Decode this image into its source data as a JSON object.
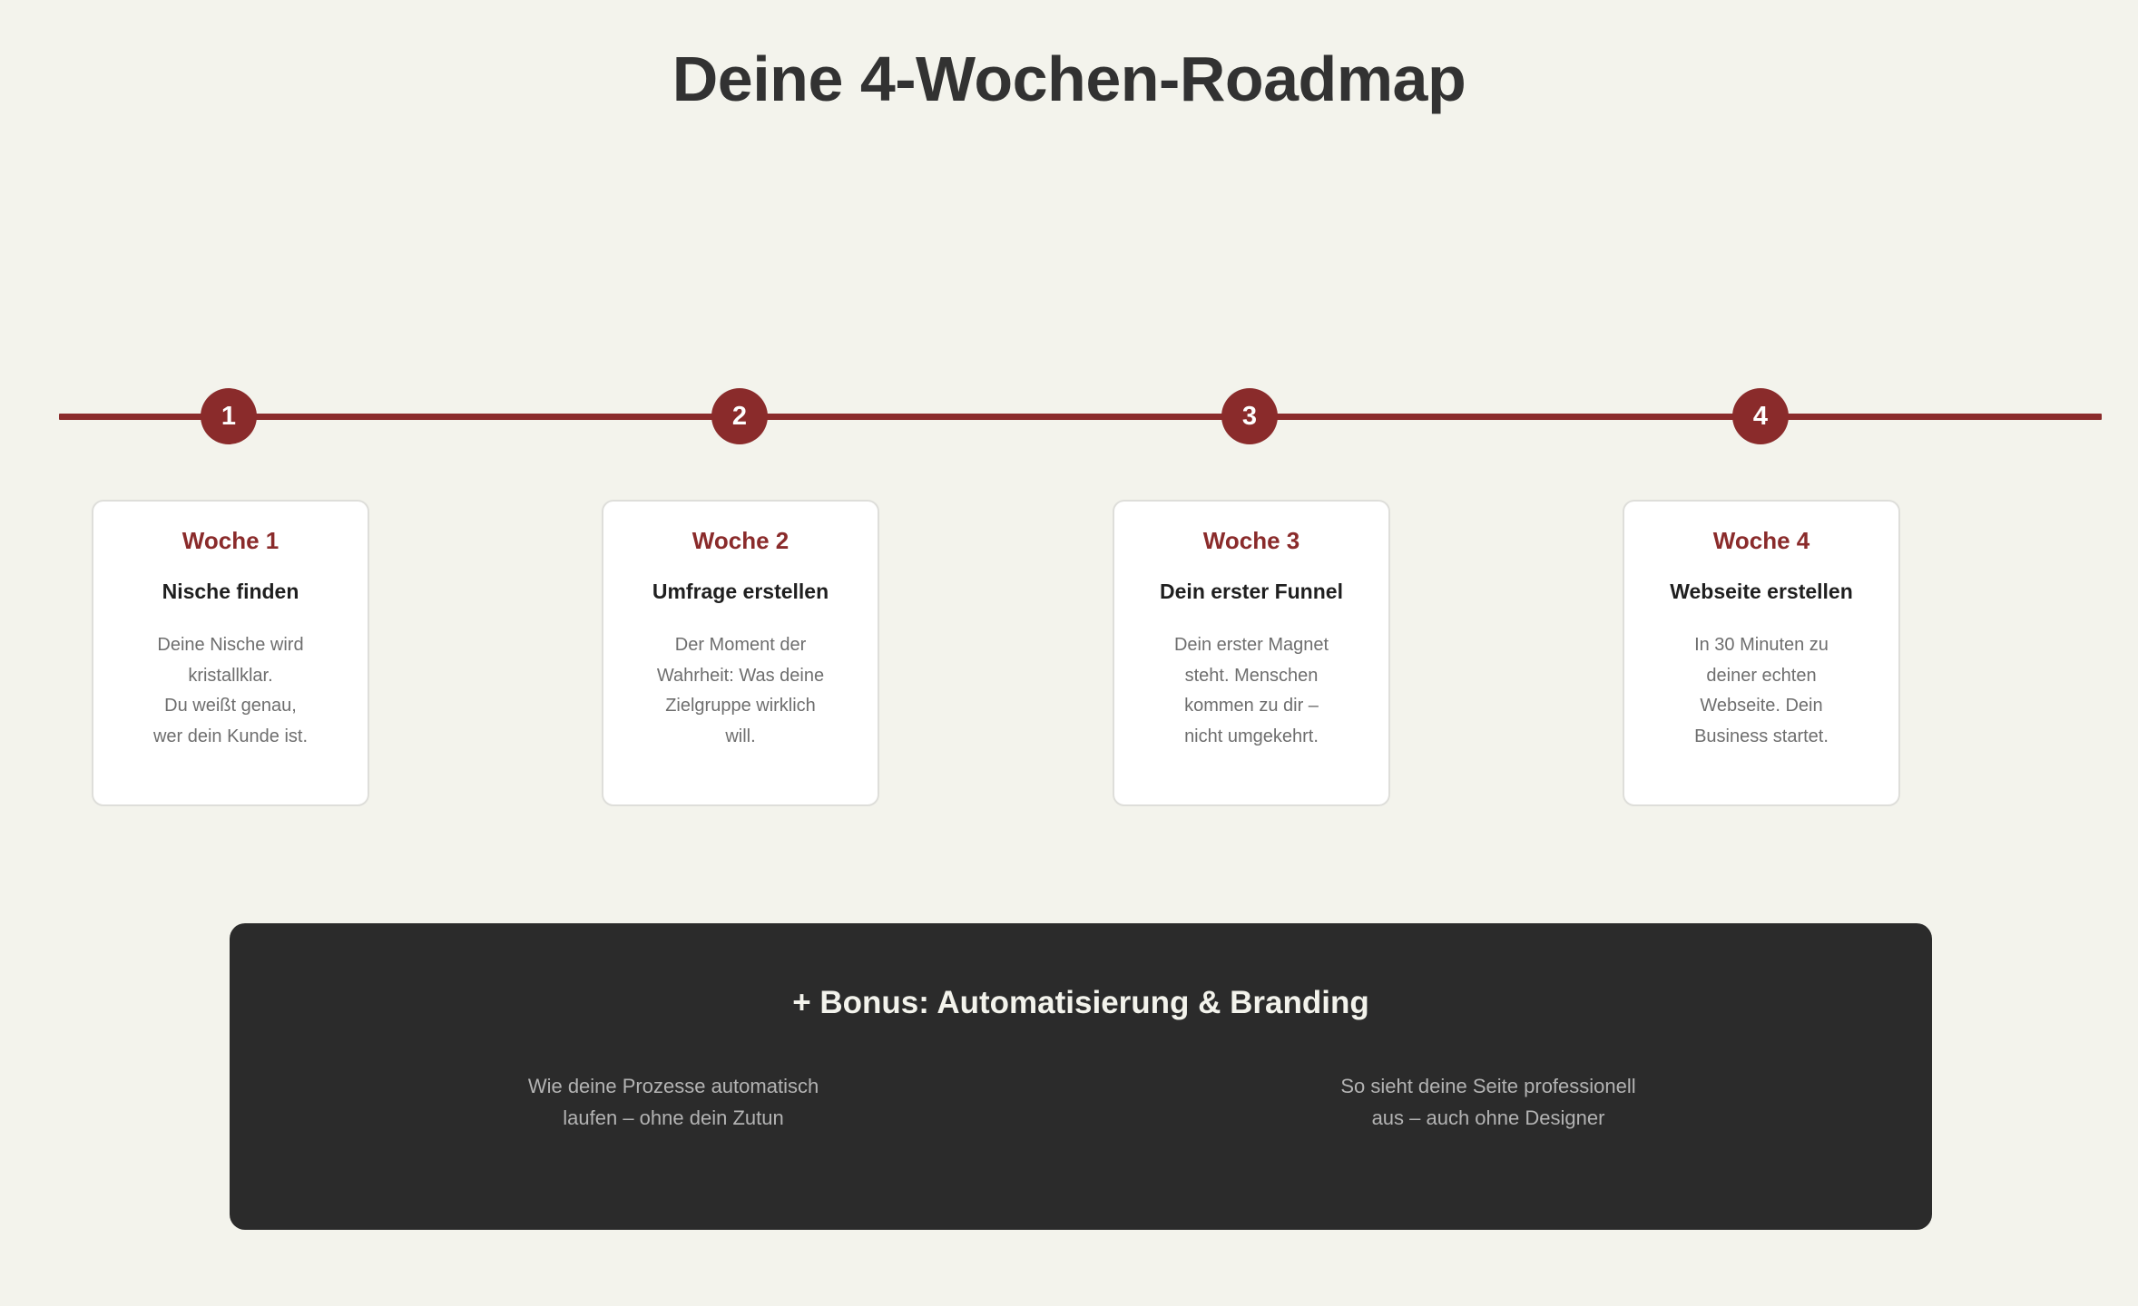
{
  "page": {
    "title": "Deine 4-Wochen-Roadmap",
    "background_color": "#f3f3ec",
    "accent_color": "#8a2b2b",
    "dark_panel_color": "#2b2b2b"
  },
  "timeline": {
    "steps": [
      {
        "number": "1"
      },
      {
        "number": "2"
      },
      {
        "number": "3"
      },
      {
        "number": "4"
      }
    ]
  },
  "weeks": [
    {
      "label": "Woche 1",
      "heading": "Nische finden",
      "description": "Deine Nische wird\nkristallklar.\nDu weißt genau,\nwer dein Kunde ist."
    },
    {
      "label": "Woche 2",
      "heading": "Umfrage erstellen",
      "description": "Der Moment der\nWahrheit: Was deine\nZielgruppe wirklich\nwill."
    },
    {
      "label": "Woche 3",
      "heading": "Dein erster Funnel",
      "description": "Dein erster Magnet\nsteht. Menschen\nkommen zu dir –\nnicht umgekehrt."
    },
    {
      "label": "Woche 4",
      "heading": "Webseite erstellen",
      "description": "In 30 Minuten zu\ndeiner echten\nWebseite. Dein\nBusiness startet."
    }
  ],
  "bonus": {
    "title": "+ Bonus: Automatisierung & Branding",
    "columns": [
      {
        "text": "Wie deine Prozesse automatisch\nlaufen – ohne dein Zutun"
      },
      {
        "text": "So sieht deine Seite professionell\naus – auch ohne Designer"
      }
    ]
  }
}
